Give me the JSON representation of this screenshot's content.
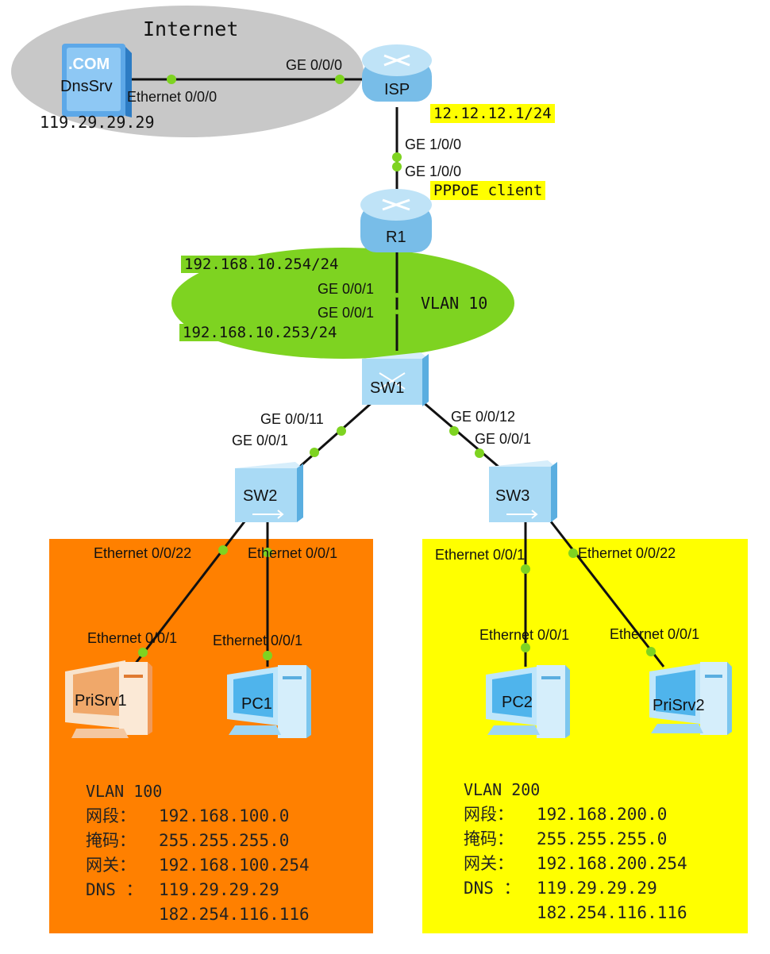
{
  "colors": {
    "internet_cloud": "#c8c8c8",
    "vlan10_cloud": "#7ed321",
    "vlan100_area": "#ff8000",
    "vlan200_area": "#ffff00",
    "link_dot": "#7ed321",
    "highlight": "#ffff00"
  },
  "internet": {
    "label": "Internet"
  },
  "dns_server": {
    "icon_text": ".COM",
    "name": "DnsSrv",
    "ip": "119.29.29.29",
    "port": "Ethernet 0/0/0"
  },
  "isp": {
    "name": "ISP",
    "port_left": "GE 0/0/0",
    "port_down": "GE 1/0/0",
    "ip": "12.12.12.1/24"
  },
  "r1": {
    "name": "R1",
    "port_up": "GE 1/0/0",
    "role": "PPPoE client",
    "port_down": "GE 0/0/1",
    "ip": "192.168.10.254/24"
  },
  "vlan10": {
    "label": "VLAN 10"
  },
  "sw1": {
    "name": "SW1",
    "port_up": "GE 0/0/1",
    "ip": "192.168.10.253/24",
    "port_left": "GE 0/0/11",
    "port_right": "GE 0/0/12"
  },
  "sw2": {
    "name": "SW2",
    "port_up": "GE 0/0/1",
    "port_left": "Ethernet 0/0/22",
    "port_right": "Ethernet 0/0/1"
  },
  "sw3": {
    "name": "SW3",
    "port_up": "GE 0/0/1",
    "port_left": "Ethernet 0/0/1",
    "port_right": "Ethernet 0/0/22"
  },
  "prisrv1": {
    "name": "PriSrv1",
    "port": "Ethernet 0/0/1"
  },
  "pc1": {
    "name": "PC1",
    "port": "Ethernet 0/0/1"
  },
  "pc2": {
    "name": "PC2",
    "port": "Ethernet 0/0/1"
  },
  "prisrv2": {
    "name": "PriSrv2",
    "port": "Ethernet 0/0/1"
  },
  "vlan100": {
    "title": "VLAN 100",
    "segment_label": "网段：",
    "segment": "192.168.100.0",
    "mask_label": "掩码：",
    "mask": "255.255.255.0",
    "gateway_label": "网关：",
    "gateway": "192.168.100.254",
    "dns_label": "DNS ：",
    "dns1": "119.29.29.29",
    "dns2": "182.254.116.116"
  },
  "vlan200": {
    "title": "VLAN 200",
    "segment_label": "网段：",
    "segment": "192.168.200.0",
    "mask_label": "掩码：",
    "mask": "255.255.255.0",
    "gateway_label": "网关：",
    "gateway": "192.168.200.254",
    "dns_label": "DNS ：",
    "dns1": "119.29.29.29",
    "dns2": "182.254.116.116"
  }
}
